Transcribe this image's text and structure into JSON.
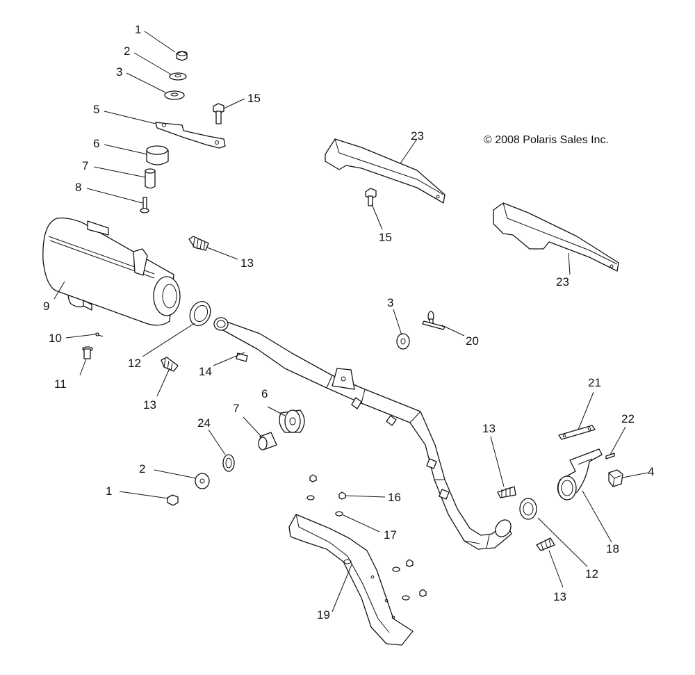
{
  "copyright": "© 2008 Polaris Sales Inc.",
  "callouts": {
    "c1a": "1",
    "c2a": "2",
    "c3a": "3",
    "c15a": "15",
    "c5": "5",
    "c6a": "6",
    "c7a": "7",
    "c8": "8",
    "c9": "9",
    "c10": "10",
    "c11": "11",
    "c12a": "12",
    "c13a": "13",
    "c13b": "13",
    "c14": "14",
    "c23a": "23",
    "c15b": "15",
    "c23b": "23",
    "c3b": "3",
    "c20": "20",
    "c6b": "6",
    "c7b": "7",
    "c24": "24",
    "c2b": "2",
    "c1b": "1",
    "c16": "16",
    "c17": "17",
    "c13c": "13",
    "c21": "21",
    "c22": "22",
    "c4": "4",
    "c18": "18",
    "c12b": "12",
    "c13d": "13",
    "c19": "19"
  },
  "colors": {
    "line": "#111111",
    "background": "#ffffff",
    "shade": "#e6e6e6"
  }
}
